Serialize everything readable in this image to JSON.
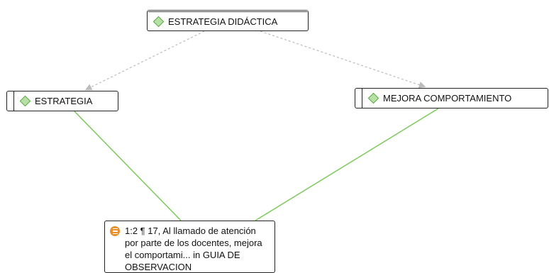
{
  "nodes": {
    "top": {
      "label": "ESTRATEGIA DIDÁCTICA",
      "icon": "code-diamond-icon"
    },
    "left": {
      "label": "ESTRATEGIA",
      "icon": "code-diamond-icon"
    },
    "right": {
      "label": "MEJORA COMPORTAMIENTO",
      "icon": "code-diamond-icon"
    }
  },
  "quotation": {
    "icon": "quotation-icon",
    "text": "1:2 ¶ 17, Al llamado de atención por parte de los docentes, mejora el comportami... in GUIA DE OBSERVACION"
  },
  "colors": {
    "code_fill": "#b7dfa6",
    "code_border": "#5aaa44",
    "link_green": "#7cc95c",
    "link_dashed": "#bbbbbb",
    "quote_icon": "#e8902c"
  }
}
